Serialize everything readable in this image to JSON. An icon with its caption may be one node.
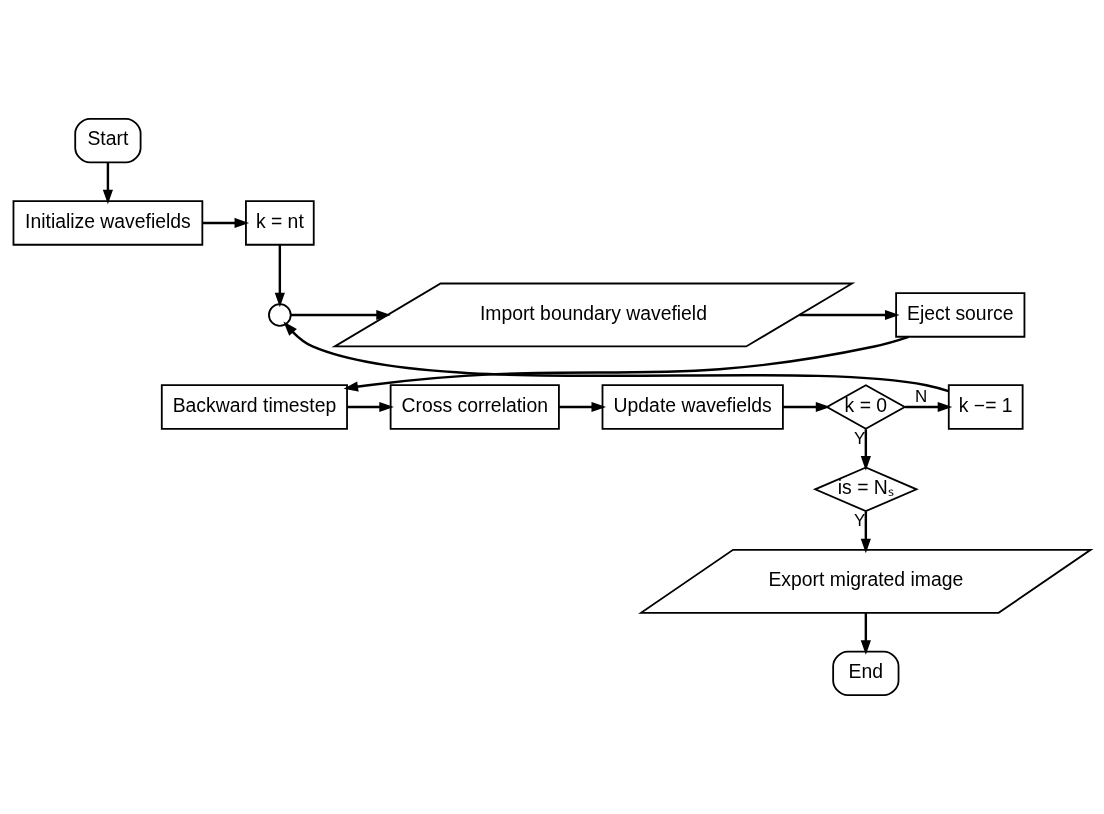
{
  "diagram": {
    "nodes": [
      {
        "text": [
          "Start"
        ]
      },
      {
        "text": [
          "Initialize wavefields"
        ]
      },
      {
        "text": [
          "k = nt"
        ]
      },
      {
        "text": [],
        "shape": "circle"
      },
      {
        "text": [
          "Import boundary wavefield"
        ]
      },
      {
        "text": [
          "Eject source"
        ]
      },
      {
        "text": [
          "Backward timestep"
        ]
      },
      {
        "text": [
          "Cross correlation"
        ]
      },
      {
        "text": [
          "Update wavefields"
        ]
      },
      {
        "text": [
          "k = 0"
        ]
      },
      {
        "text": [
          "k −= 1"
        ]
      },
      {
        "text": [
          "is = Nₛ"
        ]
      },
      {
        "text": [
          "Export migrated image"
        ]
      },
      {
        "text": [
          "End"
        ]
      }
    ],
    "edges": [
      {
        "from": 0,
        "to": 1,
        "arrow": "to"
      },
      {
        "from": 1,
        "to": 2,
        "arrow": "to"
      },
      {
        "from": 2,
        "to": 3,
        "arrow": "to"
      },
      {
        "from": 3,
        "to": 4,
        "arrow": "to"
      },
      {
        "from": 4,
        "to": 5,
        "arrow": "to"
      },
      {
        "from": 5,
        "to": 6,
        "arrow": "to"
      },
      {
        "from": 6,
        "to": 7,
        "arrow": "to"
      },
      {
        "from": 7,
        "to": 8,
        "arrow": "to"
      },
      {
        "from": 8,
        "to": 9,
        "arrow": "to"
      },
      {
        "from": 9,
        "to": 10,
        "arrow": "to",
        "label": "N"
      },
      {
        "from": 10,
        "to": 3,
        "arrow": "to"
      },
      {
        "from": 9,
        "to": 11,
        "arrow": "to",
        "label": "Y"
      },
      {
        "from": 11,
        "to": 12,
        "arrow": "to",
        "label": "Y"
      },
      {
        "from": 12,
        "to": 13,
        "arrow": "to"
      }
    ]
  }
}
